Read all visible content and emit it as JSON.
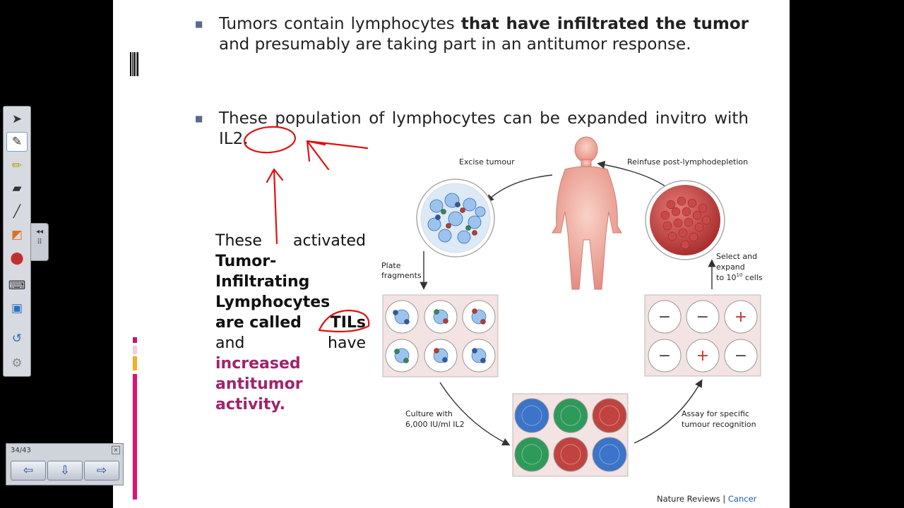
{
  "slide": {
    "bullet1": {
      "text_a": "Tumors contain lymphocytes ",
      "bold": "that have infiltrated the tumor",
      "text_b": " and presumably are taking part in an antitumor response."
    },
    "bullet2": {
      "text": "These population of lymphocytes can be expanded invitro with IL2."
    },
    "til_block": {
      "line1_a": "These",
      "line1_b": "activated",
      "bold_lines": [
        "Tumor-",
        "Infiltrating",
        "Lymphocytes"
      ],
      "are_called": "are called",
      "tils": "TILs",
      "and": "and",
      "have": "have",
      "magenta_lines": [
        "increased",
        "antitumor",
        "activity."
      ]
    },
    "diagram_labels": {
      "excise": "Excise tumour",
      "reinfuse": "Reinfuse post-lymphodepletion",
      "plate_1": "Plate",
      "plate_2": "fragments",
      "select_1": "Select and",
      "select_2": "expand",
      "select_3a": "to 10",
      "select_3sup": "10",
      "select_3b": " cells",
      "culture_1": "Culture with",
      "culture_2": "6,000 IU/ml IL2",
      "assay_1": "Assay for specific",
      "assay_2": "tumour recognition",
      "assay_signs": [
        "−",
        "−",
        "+",
        "−",
        "+",
        "−"
      ]
    },
    "credit": {
      "journal": "Nature Reviews",
      "sep": " | ",
      "section": "Cancer"
    }
  },
  "navigator": {
    "counter": "34/43",
    "close": "×",
    "prev": "⇦",
    "menu": "⇩",
    "next": "⇨"
  },
  "toolbar": {
    "icons": [
      "select-arrow-icon",
      "pen-icon",
      "highlighter-icon",
      "eraser-icon",
      "line-icon",
      "shapes-icon",
      "laser-pointer-icon",
      "keyboard-icon",
      "screen-icon",
      "undo-icon",
      "settings-icon"
    ],
    "collapse": "◂◂"
  },
  "colors": {
    "annotation_red": "#e01010",
    "magenta": "#a0246a",
    "slide_bg": "#ffffff",
    "frame_bg": "#000000"
  }
}
